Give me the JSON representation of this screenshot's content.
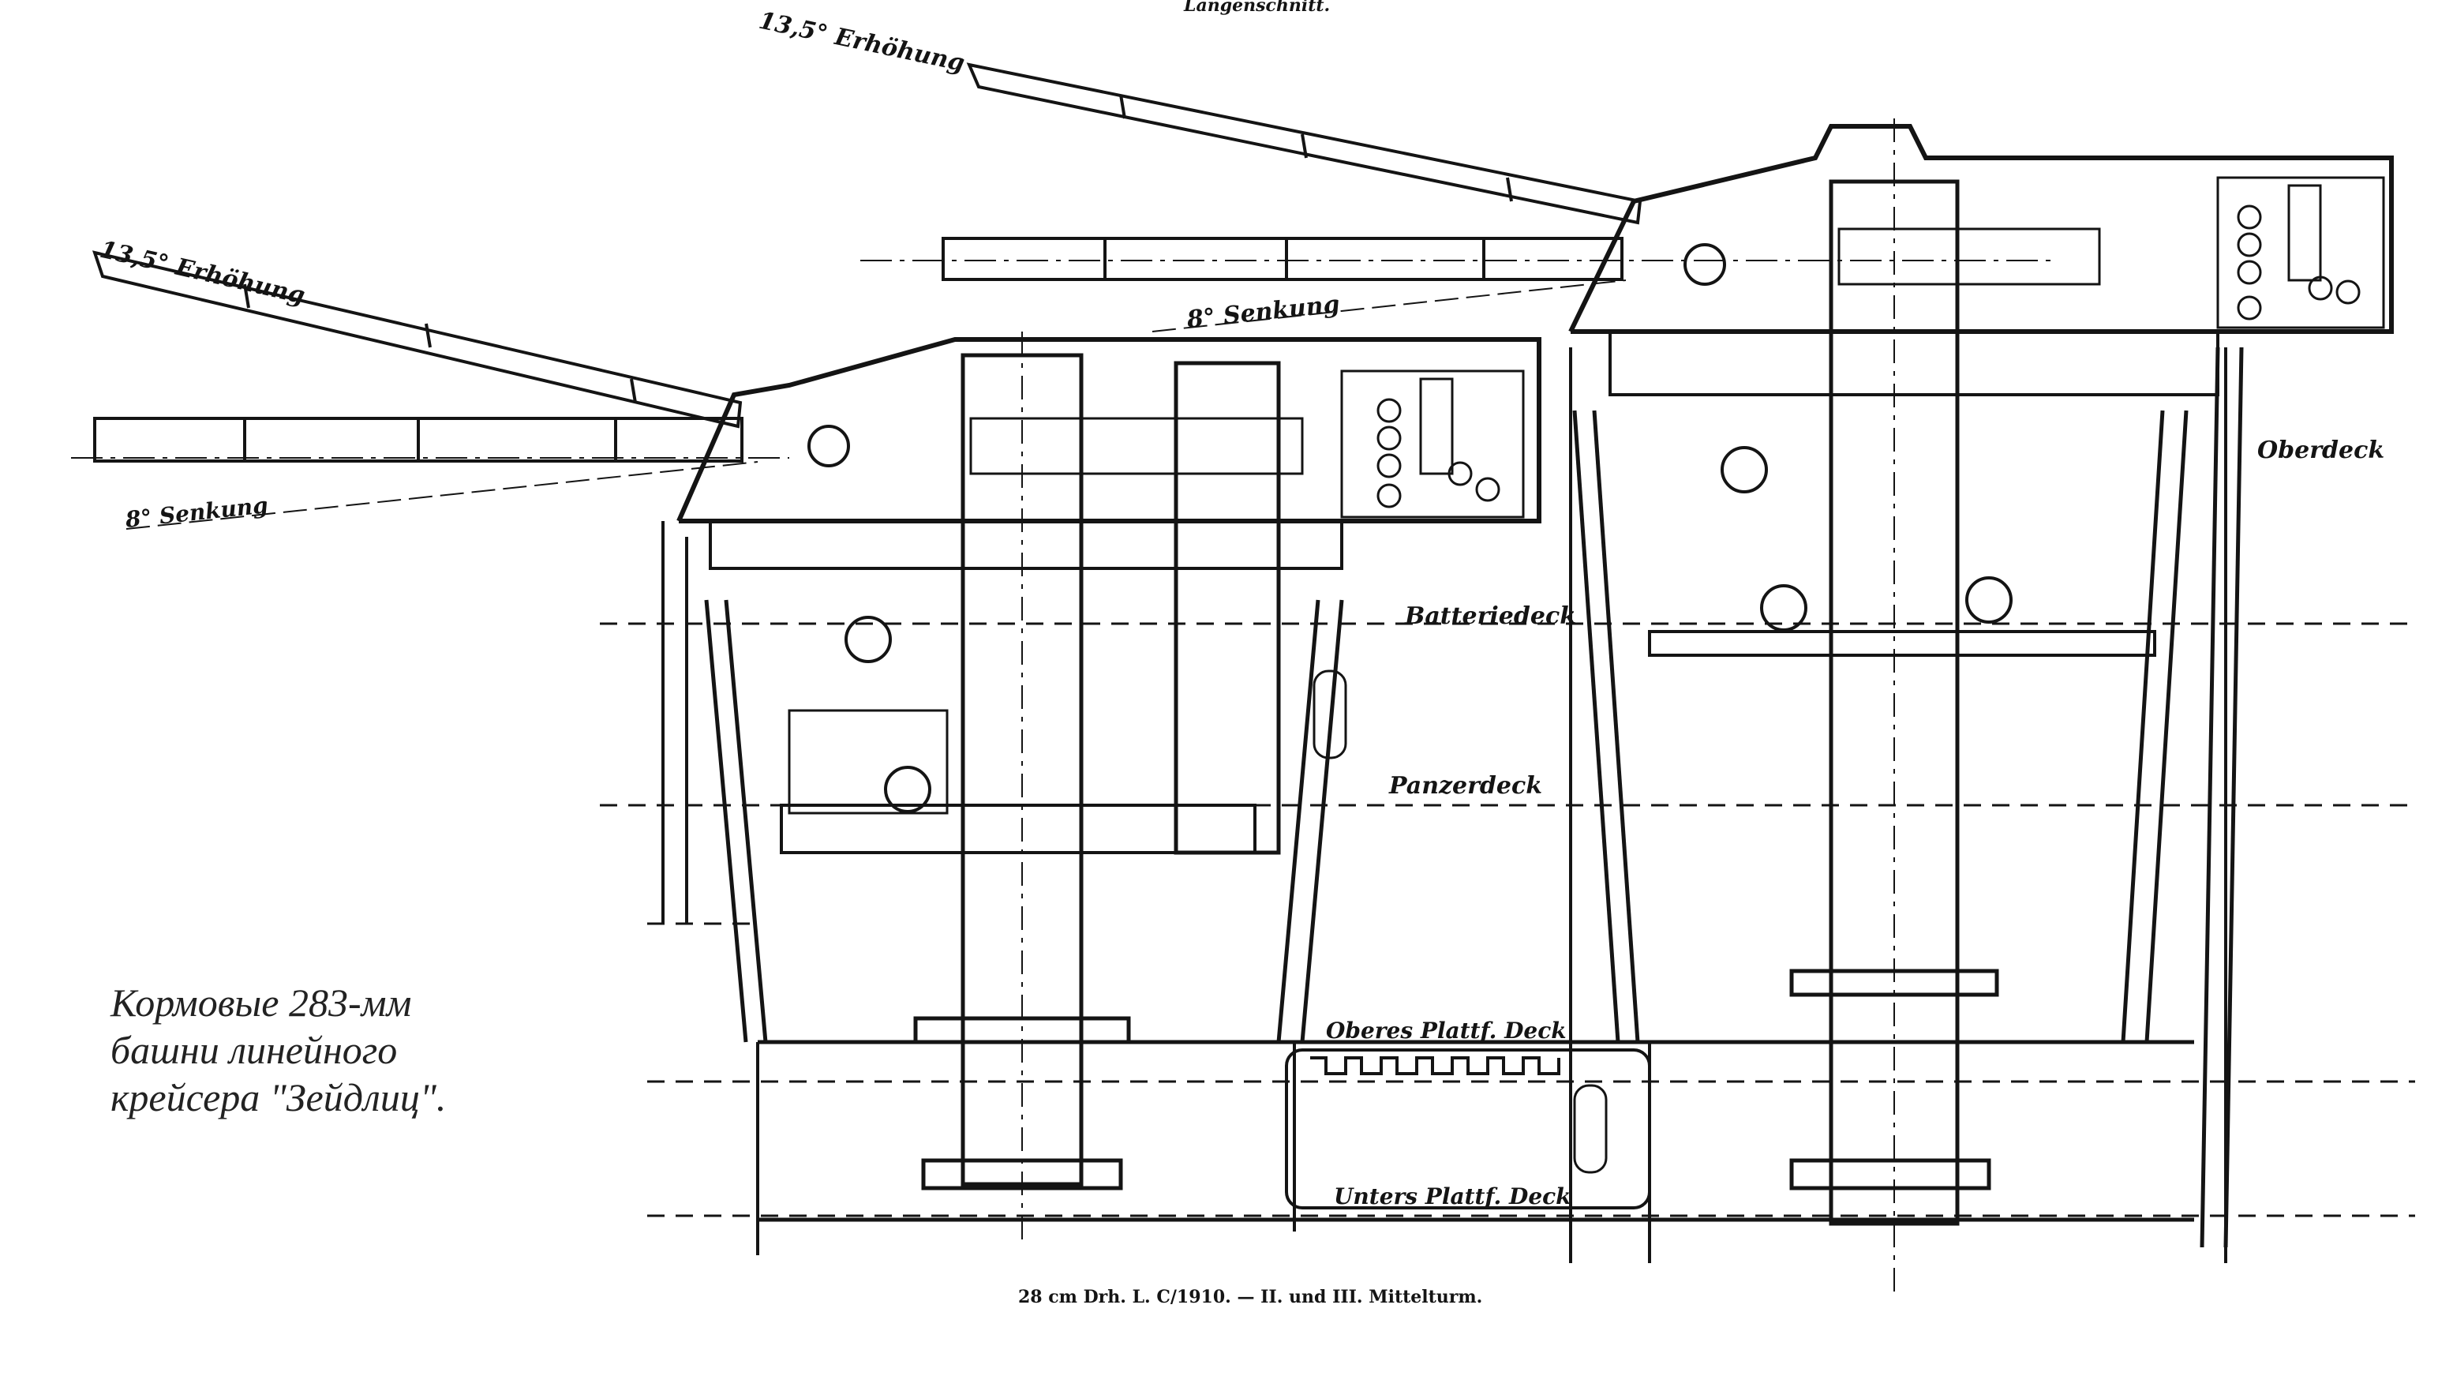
{
  "header": {
    "title": "Längenschnitt."
  },
  "footer": {
    "text": "28 cm Drh. L. C/1910. — II. und III. Mittelturm."
  },
  "caption": {
    "line1": "Кормовые 283-мм",
    "line2": "башни линейного",
    "line3": "крейсера \"Зейдлиц\"."
  },
  "annotations": {
    "elev_upper": "13,5° Erhöhung",
    "elev_lower": "13,5° Erhöhung",
    "depr_upper": "8° Senkung",
    "depr_lower": "8° Senkung"
  },
  "decks": {
    "oberdeck": "Oberdeck",
    "batteriedeck": "Batteriedeck",
    "panzerdeck": "Panzerdeck",
    "oberes": "Oberes Plattf. Deck",
    "unteres": "Unters Plattf. Deck"
  },
  "colors": {
    "ink": "#141414",
    "paper": "#ffffff"
  }
}
